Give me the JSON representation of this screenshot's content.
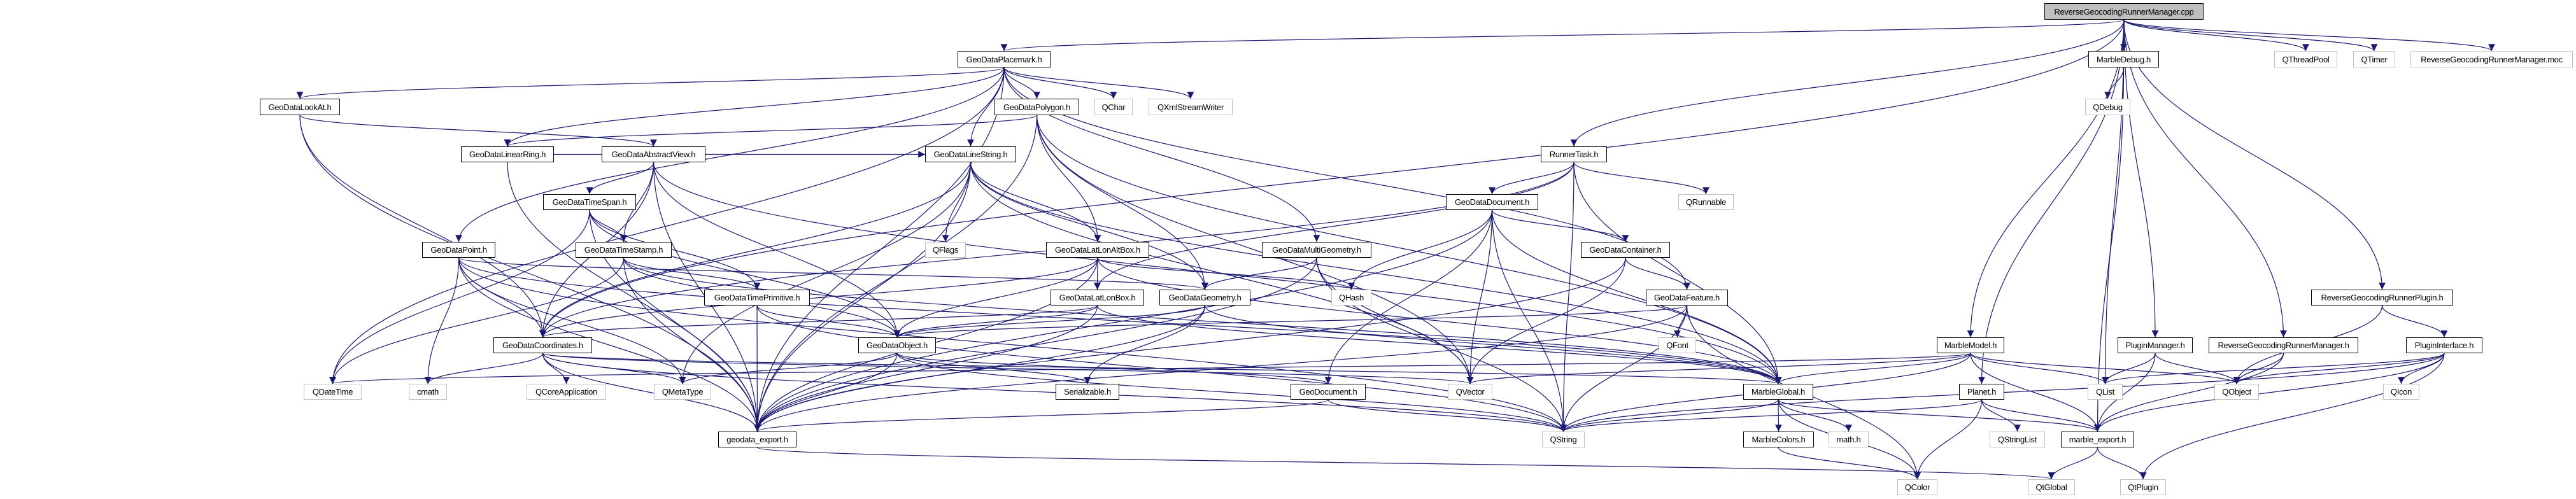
{
  "colors": {
    "edge": "#191970",
    "documented_border": "#000000",
    "external_border": "#bfbfbf",
    "root_fill": "#bfbfbf"
  },
  "nodes": {
    "cpp": {
      "label": "ReverseGeocodingRunnerManager.cpp",
      "kind": "root"
    },
    "placemark": {
      "label": "GeoDataPlacemark.h",
      "kind": "doc"
    },
    "lookat": {
      "label": "GeoDataLookAt.h",
      "kind": "doc"
    },
    "polygon": {
      "label": "GeoDataPolygon.h",
      "kind": "doc"
    },
    "qchar": {
      "label": "QChar",
      "kind": "ext"
    },
    "qxml": {
      "label": "QXmlStreamWriter",
      "kind": "ext"
    },
    "linearring": {
      "label": "GeoDataLinearRing.h",
      "kind": "doc"
    },
    "abstractview": {
      "label": "GeoDataAbstractView.h",
      "kind": "doc"
    },
    "linestring": {
      "label": "GeoDataLineString.h",
      "kind": "doc"
    },
    "timespan": {
      "label": "GeoDataTimeSpan.h",
      "kind": "doc"
    },
    "point": {
      "label": "GeoDataPoint.h",
      "kind": "doc"
    },
    "timestamp": {
      "label": "GeoDataTimeStamp.h",
      "kind": "doc"
    },
    "qflags": {
      "label": "QFlags",
      "kind": "ext"
    },
    "latlonaltbox": {
      "label": "GeoDataLatLonAltBox.h",
      "kind": "doc"
    },
    "multigeometry": {
      "label": "GeoDataMultiGeometry.h",
      "kind": "doc"
    },
    "timeprimitive": {
      "label": "GeoDataTimePrimitive.h",
      "kind": "doc"
    },
    "latlonbox": {
      "label": "GeoDataLatLonBox.h",
      "kind": "doc"
    },
    "geometry": {
      "label": "GeoDataGeometry.h",
      "kind": "doc"
    },
    "coordinates": {
      "label": "GeoDataCoordinates.h",
      "kind": "doc"
    },
    "object": {
      "label": "GeoDataObject.h",
      "kind": "doc"
    },
    "qdatetime": {
      "label": "QDateTime",
      "kind": "ext"
    },
    "cmath": {
      "label": "cmath",
      "kind": "ext"
    },
    "qcoreapp": {
      "label": "QCoreApplication",
      "kind": "ext"
    },
    "qmetatype": {
      "label": "QMetaType",
      "kind": "ext"
    },
    "serializable": {
      "label": "Serializable.h",
      "kind": "doc"
    },
    "geodataexport": {
      "label": "geodata_export.h",
      "kind": "doc"
    },
    "runnertask": {
      "label": "RunnerTask.h",
      "kind": "doc"
    },
    "document": {
      "label": "GeoDataDocument.h",
      "kind": "doc"
    },
    "qrunnable": {
      "label": "QRunnable",
      "kind": "ext"
    },
    "container": {
      "label": "GeoDataContainer.h",
      "kind": "doc"
    },
    "qhash": {
      "label": "QHash",
      "kind": "ext"
    },
    "feature": {
      "label": "GeoDataFeature.h",
      "kind": "doc"
    },
    "qfont": {
      "label": "QFont",
      "kind": "ext"
    },
    "geodocument": {
      "label": "GeoDocument.h",
      "kind": "doc"
    },
    "qvector": {
      "label": "QVector",
      "kind": "ext"
    },
    "marbleglobal": {
      "label": "MarbleGlobal.h",
      "kind": "doc"
    },
    "qstring": {
      "label": "QString",
      "kind": "ext"
    },
    "marblecolors": {
      "label": "MarbleColors.h",
      "kind": "doc"
    },
    "mathh": {
      "label": "math.h",
      "kind": "ext"
    },
    "qcolor": {
      "label": "QColor",
      "kind": "ext"
    },
    "marbledebug": {
      "label": "MarbleDebug.h",
      "kind": "doc"
    },
    "qthreadpool": {
      "label": "QThreadPool",
      "kind": "ext"
    },
    "qtimer": {
      "label": "QTimer",
      "kind": "ext"
    },
    "moc": {
      "label": "ReverseGeocodingRunnerManager.moc",
      "kind": "ext"
    },
    "qdebug": {
      "label": "QDebug",
      "kind": "ext"
    },
    "rgrplugin": {
      "label": "ReverseGeocodingRunnerPlugin.h",
      "kind": "doc"
    },
    "marblemodel": {
      "label": "MarbleModel.h",
      "kind": "doc"
    },
    "pluginmanager": {
      "label": "PluginManager.h",
      "kind": "doc"
    },
    "rgrmanager": {
      "label": "ReverseGeocodingRunnerManager.h",
      "kind": "doc"
    },
    "plugininterface": {
      "label": "PluginInterface.h",
      "kind": "doc"
    },
    "planet": {
      "label": "Planet.h",
      "kind": "doc"
    },
    "qlist": {
      "label": "QList",
      "kind": "ext"
    },
    "qobject": {
      "label": "QObject",
      "kind": "ext"
    },
    "qicon": {
      "label": "QIcon",
      "kind": "ext"
    },
    "qstringlist": {
      "label": "QStringList",
      "kind": "ext"
    },
    "marbleexport": {
      "label": "marble_export.h",
      "kind": "doc"
    },
    "qtglobal": {
      "label": "QtGlobal",
      "kind": "ext"
    },
    "qtplugin": {
      "label": "QtPlugin",
      "kind": "ext"
    }
  },
  "edges": [
    [
      "cpp",
      "placemark"
    ],
    [
      "cpp",
      "coordinates"
    ],
    [
      "cpp",
      "runnertask"
    ],
    [
      "cpp",
      "marblemodel"
    ],
    [
      "cpp",
      "planet"
    ],
    [
      "cpp",
      "qlist"
    ],
    [
      "cpp",
      "marbledebug"
    ],
    [
      "cpp",
      "pluginmanager"
    ],
    [
      "cpp",
      "rgrmanager"
    ],
    [
      "cpp",
      "rgrplugin"
    ],
    [
      "cpp",
      "qthreadpool"
    ],
    [
      "cpp",
      "qtimer"
    ],
    [
      "cpp",
      "moc"
    ],
    [
      "placemark",
      "lookat"
    ],
    [
      "placemark",
      "polygon"
    ],
    [
      "placemark",
      "qchar"
    ],
    [
      "placemark",
      "qxml"
    ],
    [
      "placemark",
      "linestring"
    ],
    [
      "placemark",
      "multigeometry"
    ],
    [
      "placemark",
      "point"
    ],
    [
      "placemark",
      "qdatetime"
    ],
    [
      "placemark",
      "geodataexport"
    ],
    [
      "placemark",
      "feature"
    ],
    [
      "placemark",
      "linearring"
    ],
    [
      "lookat",
      "abstractview"
    ],
    [
      "lookat",
      "coordinates"
    ],
    [
      "lookat",
      "geodataexport"
    ],
    [
      "polygon",
      "linearring"
    ],
    [
      "polygon",
      "latlonaltbox"
    ],
    [
      "polygon",
      "geometry"
    ],
    [
      "polygon",
      "marbleglobal"
    ],
    [
      "polygon",
      "qvector"
    ],
    [
      "polygon",
      "geodataexport"
    ],
    [
      "linearring",
      "linestring"
    ],
    [
      "linearring",
      "geodataexport"
    ],
    [
      "abstractview",
      "timespan"
    ],
    [
      "abstractview",
      "timestamp"
    ],
    [
      "abstractview",
      "object"
    ],
    [
      "abstractview",
      "marbleglobal"
    ],
    [
      "abstractview",
      "geodataexport"
    ],
    [
      "abstractview",
      "coordinates"
    ],
    [
      "linestring",
      "qflags"
    ],
    [
      "linestring",
      "latlonaltbox"
    ],
    [
      "linestring",
      "geometry"
    ],
    [
      "linestring",
      "coordinates"
    ],
    [
      "linestring",
      "marbleglobal"
    ],
    [
      "linestring",
      "qvector"
    ],
    [
      "linestring",
      "qmetatype"
    ],
    [
      "linestring",
      "geodataexport"
    ],
    [
      "timespan",
      "timestamp"
    ],
    [
      "timespan",
      "timeprimitive"
    ],
    [
      "timespan",
      "qdatetime"
    ],
    [
      "timespan",
      "geodataexport"
    ],
    [
      "timespan",
      "object"
    ],
    [
      "timestamp",
      "timeprimitive"
    ],
    [
      "timestamp",
      "qdatetime"
    ],
    [
      "timestamp",
      "geodataexport"
    ],
    [
      "timestamp",
      "object"
    ],
    [
      "timestamp",
      "marbleglobal"
    ],
    [
      "point",
      "coordinates"
    ],
    [
      "point",
      "geometry"
    ],
    [
      "point",
      "cmath"
    ],
    [
      "point",
      "qmetatype"
    ],
    [
      "point",
      "geodataexport"
    ],
    [
      "point",
      "marbleglobal"
    ],
    [
      "point",
      "qstring"
    ],
    [
      "timeprimitive",
      "object"
    ],
    [
      "timeprimitive",
      "geodataexport"
    ],
    [
      "timeprimitive",
      "qstring"
    ],
    [
      "latlonaltbox",
      "latlonbox"
    ],
    [
      "latlonaltbox",
      "object"
    ],
    [
      "latlonaltbox",
      "coordinates"
    ],
    [
      "latlonaltbox",
      "qhash"
    ],
    [
      "latlonaltbox",
      "geodataexport"
    ],
    [
      "latlonaltbox",
      "marbleglobal"
    ],
    [
      "latlonbox",
      "object"
    ],
    [
      "latlonbox",
      "coordinates"
    ],
    [
      "latlonbox",
      "geodataexport"
    ],
    [
      "latlonbox",
      "marbleglobal"
    ],
    [
      "multigeometry",
      "geometry"
    ],
    [
      "multigeometry",
      "qvector"
    ],
    [
      "multigeometry",
      "qstring"
    ],
    [
      "multigeometry",
      "geodataexport"
    ],
    [
      "geometry",
      "object"
    ],
    [
      "geometry",
      "serializable"
    ],
    [
      "geometry",
      "marbleglobal"
    ],
    [
      "geometry",
      "geodataexport"
    ],
    [
      "object",
      "geodocument"
    ],
    [
      "object",
      "serializable"
    ],
    [
      "object",
      "qmetatype"
    ],
    [
      "object",
      "geodataexport"
    ],
    [
      "object",
      "qstring"
    ],
    [
      "coordinates",
      "cmath"
    ],
    [
      "coordinates",
      "qcoreapp"
    ],
    [
      "coordinates",
      "qmetatype"
    ],
    [
      "coordinates",
      "qvector"
    ],
    [
      "coordinates",
      "marbleglobal"
    ],
    [
      "coordinates",
      "qstring"
    ],
    [
      "coordinates",
      "geodataexport"
    ],
    [
      "runnertask",
      "document"
    ],
    [
      "runnertask",
      "qrunnable"
    ],
    [
      "runnertask",
      "marbleglobal"
    ],
    [
      "runnertask",
      "latlonbox"
    ],
    [
      "runnertask",
      "qstring"
    ],
    [
      "runnertask",
      "coordinates"
    ],
    [
      "document",
      "container"
    ],
    [
      "document",
      "qhash"
    ],
    [
      "document",
      "qvector"
    ],
    [
      "document",
      "geodocument"
    ],
    [
      "document",
      "qstring"
    ],
    [
      "document",
      "geodataexport"
    ],
    [
      "document",
      "marbleglobal"
    ],
    [
      "container",
      "feature"
    ],
    [
      "container",
      "qvector"
    ],
    [
      "container",
      "geodataexport"
    ],
    [
      "feature",
      "qfont"
    ],
    [
      "feature",
      "qstring"
    ],
    [
      "feature",
      "qcolor"
    ],
    [
      "feature",
      "object"
    ],
    [
      "feature",
      "geodataexport"
    ],
    [
      "marbleglobal",
      "qstring"
    ],
    [
      "marbleglobal",
      "marblecolors"
    ],
    [
      "marbleglobal",
      "mathh"
    ],
    [
      "marbleglobal",
      "qcolor"
    ],
    [
      "marbleglobal",
      "marbleexport"
    ],
    [
      "marblecolors",
      "qcolor"
    ],
    [
      "geodocument",
      "qstring"
    ],
    [
      "geodocument",
      "geodataexport"
    ],
    [
      "geodataexport",
      "qtglobal"
    ],
    [
      "marbledebug",
      "qdebug"
    ],
    [
      "marbledebug",
      "marbleexport"
    ],
    [
      "marblemodel",
      "qlist"
    ],
    [
      "marblemodel",
      "qobject"
    ],
    [
      "marblemodel",
      "marbleexport"
    ],
    [
      "marblemodel",
      "marbleglobal"
    ],
    [
      "marblemodel",
      "qstring"
    ],
    [
      "marblemodel",
      "qdatetime"
    ],
    [
      "marblemodel",
      "qvector"
    ],
    [
      "planet",
      "qstringlist"
    ],
    [
      "planet",
      "qcolor"
    ],
    [
      "planet",
      "marbleexport"
    ],
    [
      "planet",
      "qstring"
    ],
    [
      "pluginmanager",
      "qlist"
    ],
    [
      "pluginmanager",
      "qobject"
    ],
    [
      "pluginmanager",
      "marbleexport"
    ],
    [
      "rgrmanager",
      "qobject"
    ],
    [
      "rgrmanager",
      "marbleexport"
    ],
    [
      "rgrplugin",
      "plugininterface"
    ],
    [
      "rgrplugin",
      "qobject"
    ],
    [
      "plugininterface",
      "qicon"
    ],
    [
      "plugininterface",
      "qtplugin"
    ],
    [
      "plugininterface",
      "qobject"
    ],
    [
      "plugininterface",
      "qlist"
    ],
    [
      "plugininterface",
      "qstring"
    ],
    [
      "plugininterface",
      "marbleexport"
    ],
    [
      "marbleexport",
      "qtglobal"
    ],
    [
      "marbleexport",
      "qtplugin"
    ]
  ]
}
